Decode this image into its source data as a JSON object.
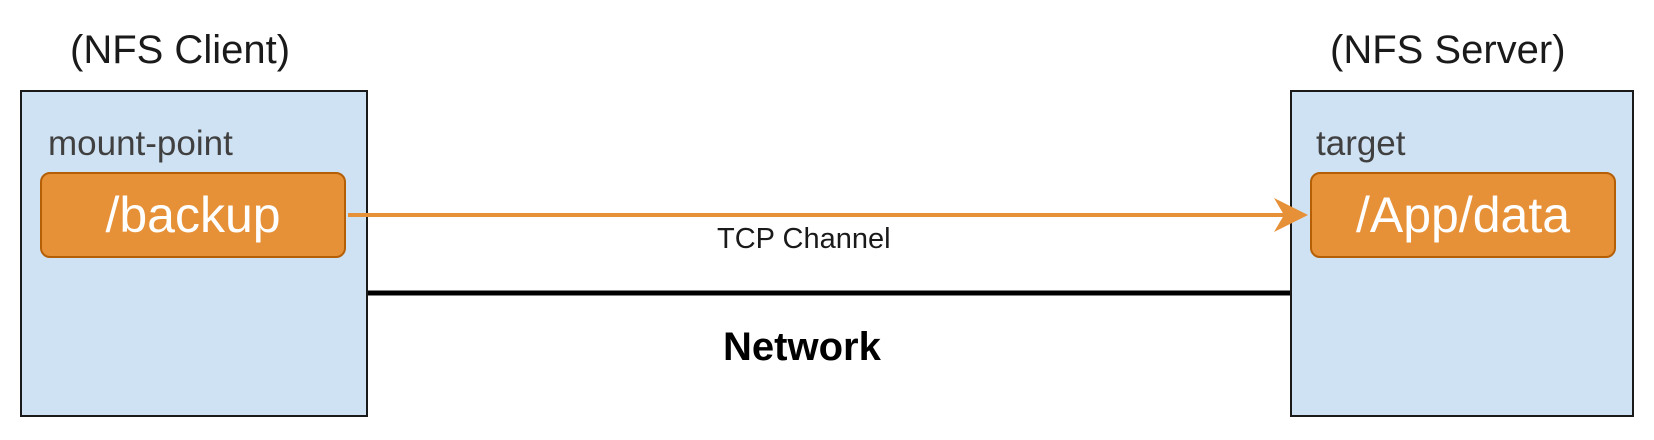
{
  "client": {
    "caption": "(NFS Client)",
    "dir_label": "mount-point",
    "dir_path": "/backup"
  },
  "server": {
    "caption": "(NFS Server)",
    "dir_label": "target",
    "dir_path": "/App/data"
  },
  "connection": {
    "channel_label": "TCP Channel",
    "network_label": "Network"
  },
  "colors": {
    "host_fill": "#cfe2f3",
    "dir_fill": "#e69138",
    "dir_border": "#b45f06",
    "arrow": "#e69138",
    "network_line": "#000000"
  }
}
